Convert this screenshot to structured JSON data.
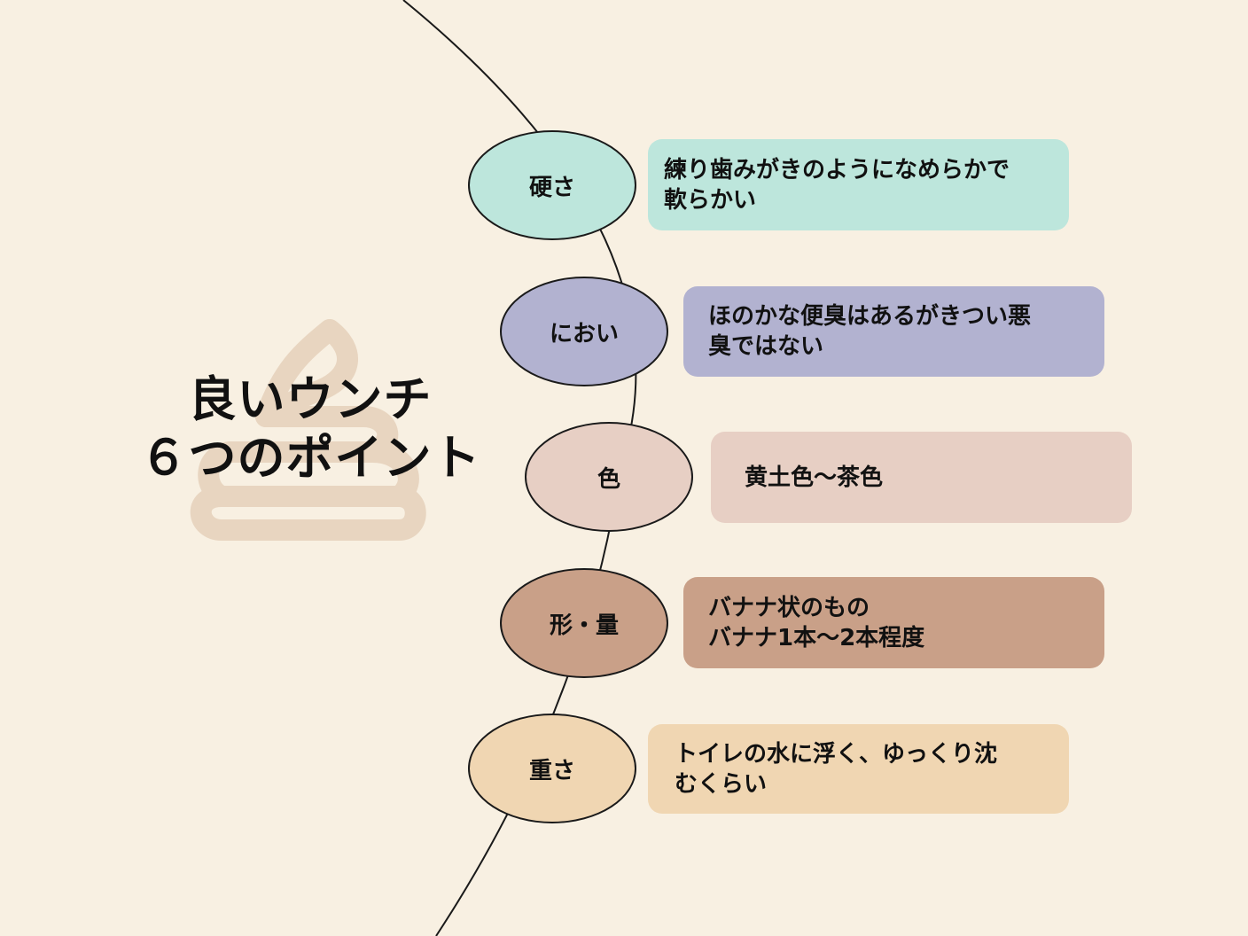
{
  "title": {
    "line1": "良いウンチ",
    "line2": "６つのポイント"
  },
  "colors": {
    "background": "#F8F0E2",
    "poop_icon": "#E8D5C0",
    "line": "#1A1A1A",
    "hardness": "#BDE6DC",
    "smell": "#B2B2D0",
    "color": "#E7CFC4",
    "shape": "#C9A088",
    "weight": "#F0D6B2"
  },
  "icon": {
    "name": "poop-icon"
  },
  "points": [
    {
      "key": "hardness",
      "label": "硬さ",
      "description": "練り歯みがきのようになめらかで\n軟らかい"
    },
    {
      "key": "smell",
      "label": "におい",
      "description": "ほのかな便臭はあるがきつい悪\n臭ではない"
    },
    {
      "key": "color",
      "label": "色",
      "description": "黄土色〜茶色"
    },
    {
      "key": "shape",
      "label": "形・量",
      "description": "バナナ状のもの\nバナナ1本〜2本程度"
    },
    {
      "key": "weight",
      "label": "重さ",
      "description": "トイレの水に浮く、ゆっくり沈\nむくらい"
    }
  ]
}
